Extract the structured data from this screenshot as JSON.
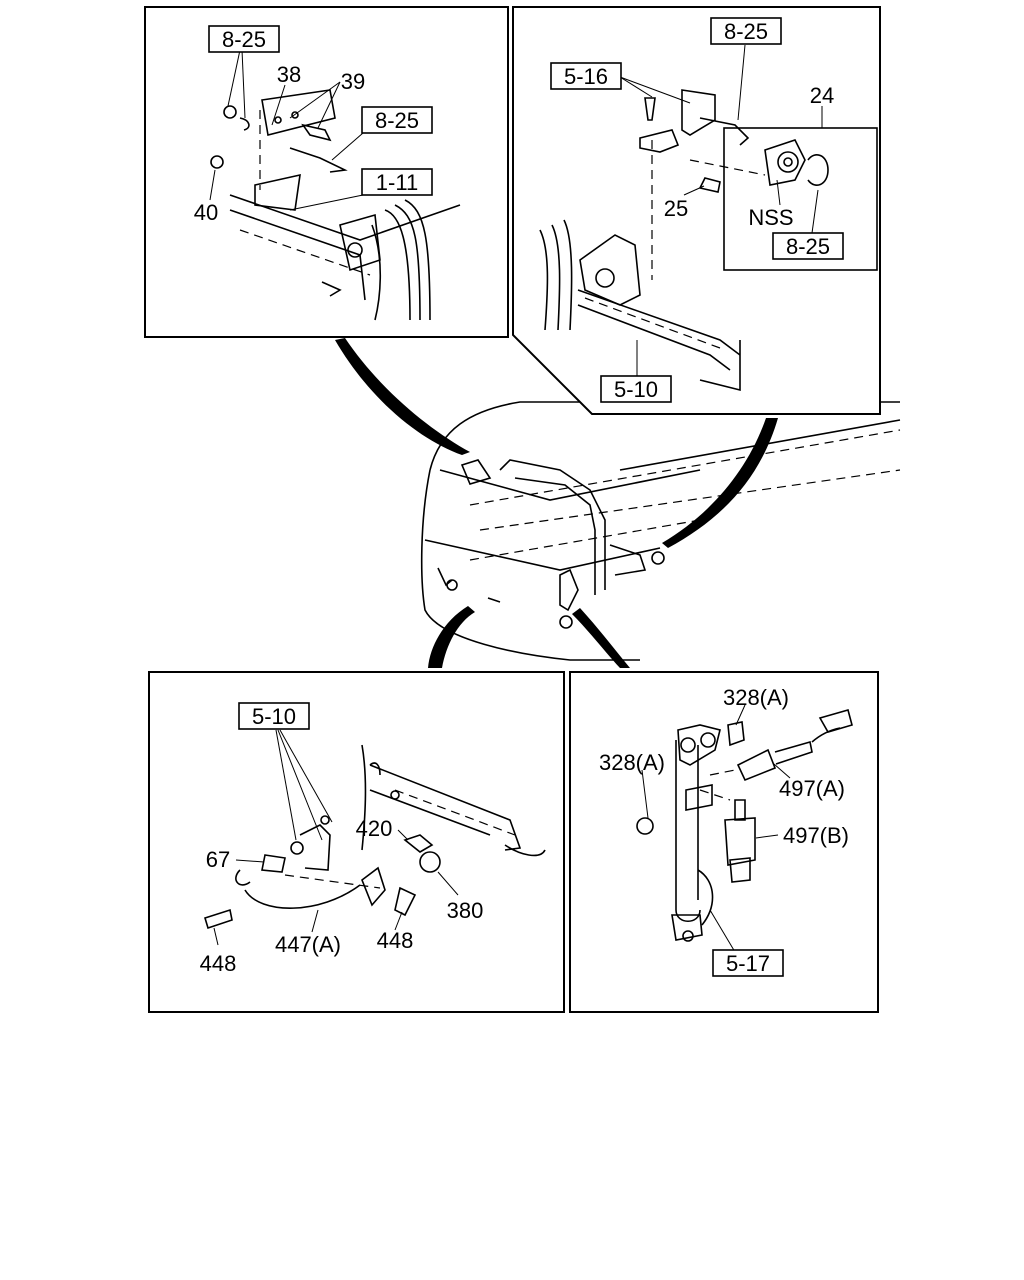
{
  "panels": {
    "top_left": {
      "refs": [
        "8-25",
        "8-25",
        "1-11"
      ],
      "parts": [
        "38",
        "39",
        "40"
      ]
    },
    "top_right": {
      "refs": [
        "8-25",
        "5-16",
        "8-25",
        "5-10"
      ],
      "parts": [
        "24",
        "25",
        "NSS"
      ]
    },
    "bottom_left": {
      "refs": [
        "5-10"
      ],
      "parts": [
        "67",
        "420",
        "380",
        "448",
        "447(A)",
        "448"
      ]
    },
    "bottom_right": {
      "refs": [
        "5-17"
      ],
      "parts": [
        "328(A)",
        "328(A)",
        "497(A)",
        "497(B)"
      ]
    }
  }
}
